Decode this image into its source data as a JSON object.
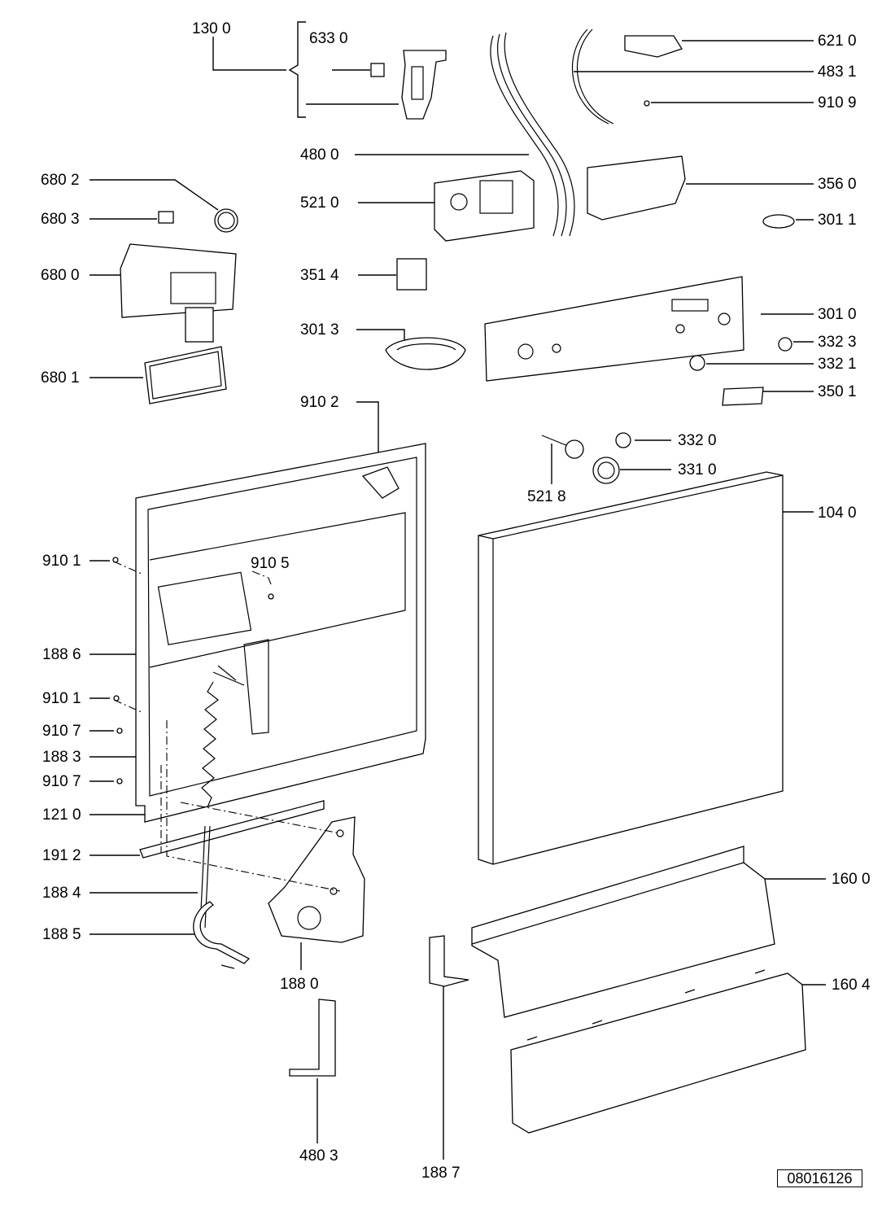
{
  "diagram": {
    "document_id": "08016126",
    "part_labels": {
      "p1300": "130 0",
      "p6330": "633 0",
      "p6210": "621 0",
      "p4831": "483 1",
      "p9109": "910 9",
      "p4800": "480 0",
      "p6802": "680 2",
      "p5210": "521 0",
      "p3560": "356 0",
      "p6803": "680 3",
      "p3011": "301 1",
      "p6800": "680 0",
      "p3514": "351 4",
      "p3010": "301 0",
      "p3013": "301 3",
      "p3323": "332 3",
      "p3321": "332 1",
      "p6801": "680 1",
      "p3501": "350 1",
      "p9102": "910 2",
      "p3320": "332 0",
      "p3310": "331 0",
      "p5218": "521 8",
      "p1040": "104 0",
      "p9101a": "910 1",
      "p9105": "910 5",
      "p1886": "188 6",
      "p9101b": "910 1",
      "p9107a": "910 7",
      "p1883": "188 3",
      "p9107b": "910 7",
      "p1210": "121 0",
      "p1912": "191 2",
      "p1884": "188 4",
      "p1600": "160 0",
      "p1885": "188 5",
      "p1880": "188 0",
      "p1604": "160 4",
      "p4803": "480 3",
      "p1887": "188 7"
    }
  }
}
